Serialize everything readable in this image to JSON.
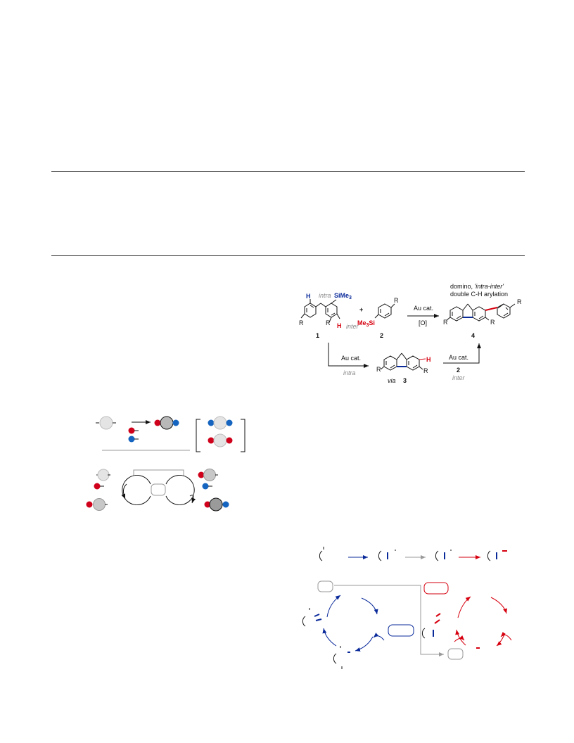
{
  "scheme": {
    "compound_labels": {
      "c1": "1",
      "c2": "2",
      "c3": "3",
      "c4": "4"
    },
    "atoms": {
      "H": "H",
      "SiMe3": "SiMe",
      "SiMe3_sub": "3",
      "Me3Si": "Me",
      "Me3Si_sub": "3",
      "Me3Si_tail": "Si",
      "R": "R",
      "plus": "+"
    },
    "annotations": {
      "intra": "intra",
      "inter": "inter",
      "via": "via",
      "domino_prefix": "domino, ",
      "domino_italic": "'intra-inter'",
      "double_arylation": "double C-H arylation"
    },
    "reagents": {
      "top_arrow": "Au cat.",
      "top_arrow_below": "[O]",
      "down_arrow": "Au cat.",
      "down_arrow_below": "intra",
      "up_arrow": "Au cat.",
      "up_arrow_reagent": "2",
      "up_arrow_below": "inter"
    }
  },
  "colors": {
    "blue": "#0a2a9a",
    "red": "#d6000f",
    "gray_arrow": "#9a9a9a",
    "dot_red": "#d0021b",
    "dot_blue": "#1565c0",
    "sphere_light": "#e4e4e4",
    "sphere_dark": "#b8b8b8"
  }
}
